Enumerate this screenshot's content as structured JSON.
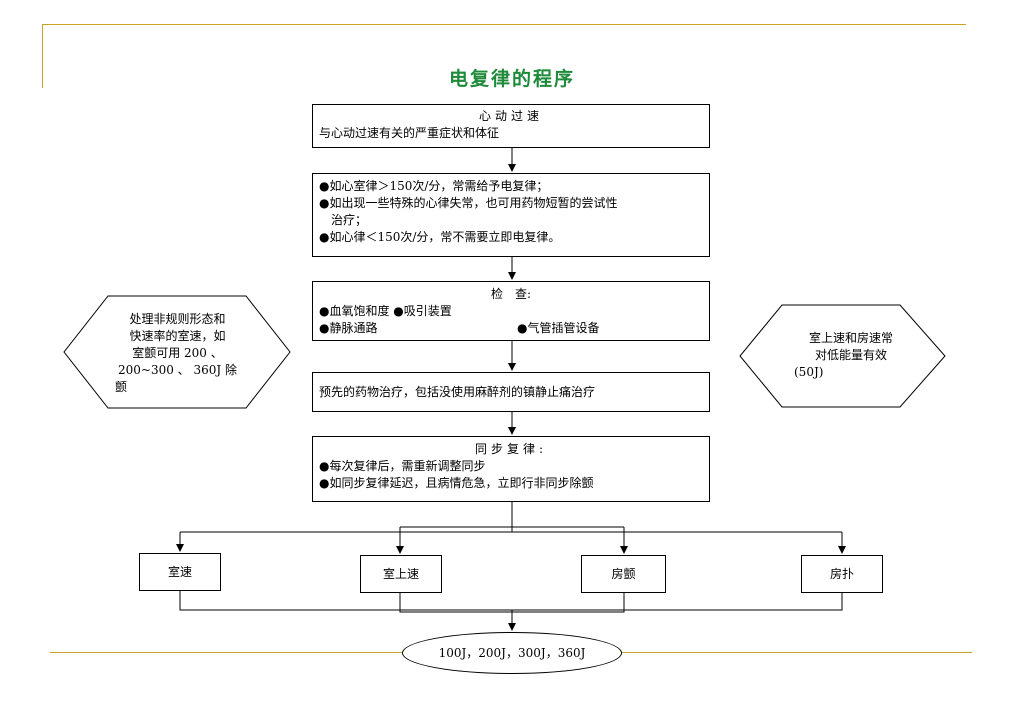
{
  "title": "电复律的程序",
  "box1": {
    "heading": "心动过速",
    "line1": "与心动过速有关的严重症状和体征"
  },
  "box2": {
    "line1": "●如心室律＞150次/分，常需给予电复律；",
    "line2": "●如出现一些特殊的心律失常，也可用药物短暂的尝试性",
    "line3": "治疗；",
    "line4": "●如心律＜150次/分，常不需要立即电复律。"
  },
  "box3": {
    "heading": "检　查:",
    "item1": "●血氧饱和度 ●吸引装置",
    "item2": "●静脉通路",
    "item3": "●气管插管设备"
  },
  "box4": {
    "text": "预先的药物治疗，包括没使用麻醉剂的镇静止痛治疗"
  },
  "box5": {
    "heading": "同步复律:",
    "line1": "●每次复律后，需重新调整同步",
    "line2": "●如同步复律延迟，且病情危急，立即行非同步除颤"
  },
  "left_hex": {
    "line1": "处理非规则形态和",
    "line2": "快速率的室速，如",
    "line3": "室颤可用 200 、",
    "line4": "200~300 、 360J 除",
    "line5": "颤"
  },
  "right_hex": {
    "line1": "室上速和房速常",
    "line2": "对低能量有效",
    "line3": "(50J)"
  },
  "branches": [
    "室速",
    "室上速",
    "房颤",
    "房扑"
  ],
  "energy": "100J，200J，300J，360J",
  "colors": {
    "title": "#1f8a3a",
    "decoration": "#c9a227"
  }
}
